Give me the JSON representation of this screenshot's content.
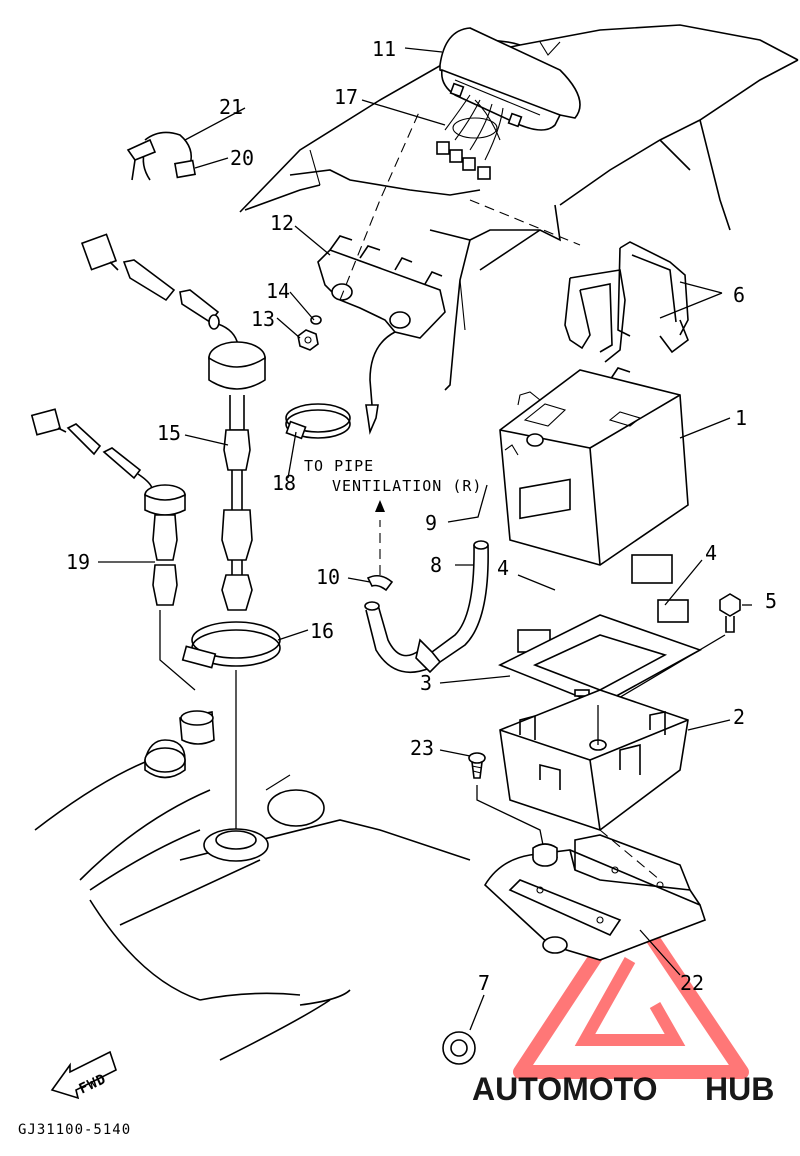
{
  "callouts": [
    "1",
    "2",
    "3",
    "4",
    "5",
    "6",
    "7",
    "8",
    "9",
    "10",
    "11",
    "12",
    "13",
    "14",
    "15",
    "16",
    "17",
    "18",
    "19",
    "20",
    "21",
    "22",
    "23"
  ],
  "note": {
    "line1": "TO PIPE",
    "line2": "VENTILATION (R)"
  },
  "fwd_label": "FWD",
  "drawing_code": "GJ31100-5140",
  "watermark": {
    "part1": "AUTOMOTO",
    "part2": "HUB",
    "colors": {
      "part1": "#f5a623",
      "part2": "#4a4a4a",
      "triangle": "#ff4a4a"
    }
  }
}
